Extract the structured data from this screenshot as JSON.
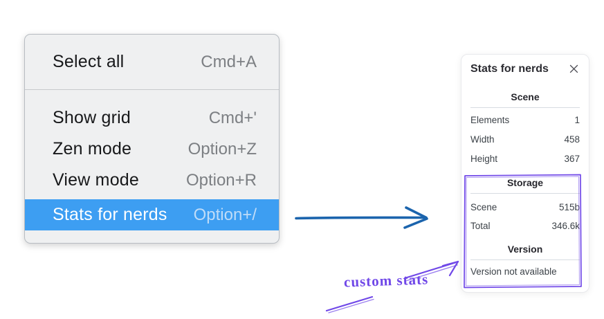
{
  "menu": {
    "items": [
      {
        "label": "Select all",
        "shortcut": "Cmd+A",
        "highlighted": false
      },
      {
        "label": "Show grid",
        "shortcut": "Cmd+'",
        "highlighted": false
      },
      {
        "label": "Zen mode",
        "shortcut": "Option+Z",
        "highlighted": false
      },
      {
        "label": "View mode",
        "shortcut": "Option+R",
        "highlighted": false
      },
      {
        "label": "Stats for nerds",
        "shortcut": "Option+/",
        "highlighted": true
      }
    ]
  },
  "stats_panel": {
    "title": "Stats for nerds",
    "sections": {
      "scene": {
        "heading": "Scene",
        "rows": [
          {
            "label": "Elements",
            "value": "1"
          },
          {
            "label": "Width",
            "value": "458"
          },
          {
            "label": "Height",
            "value": "367"
          }
        ]
      },
      "storage": {
        "heading": "Storage",
        "rows": [
          {
            "label": "Scene",
            "value": "515b"
          },
          {
            "label": "Total",
            "value": "346.6k"
          }
        ]
      },
      "version": {
        "heading": "Version",
        "note": "Version not available"
      }
    }
  },
  "annotation": {
    "label": "custom stats"
  },
  "icons": {
    "close": "x-close"
  },
  "colors": {
    "menu_background": "#eff0f1",
    "menu_highlight": "#3d9ef2",
    "menu_highlight_text": "#ffffff",
    "menu_shortcut": "#7c7f83",
    "connector_arrow_blue": "#1b64ad",
    "annotation_purple": "#7048e8",
    "panel_divider": "#d7dce1"
  }
}
